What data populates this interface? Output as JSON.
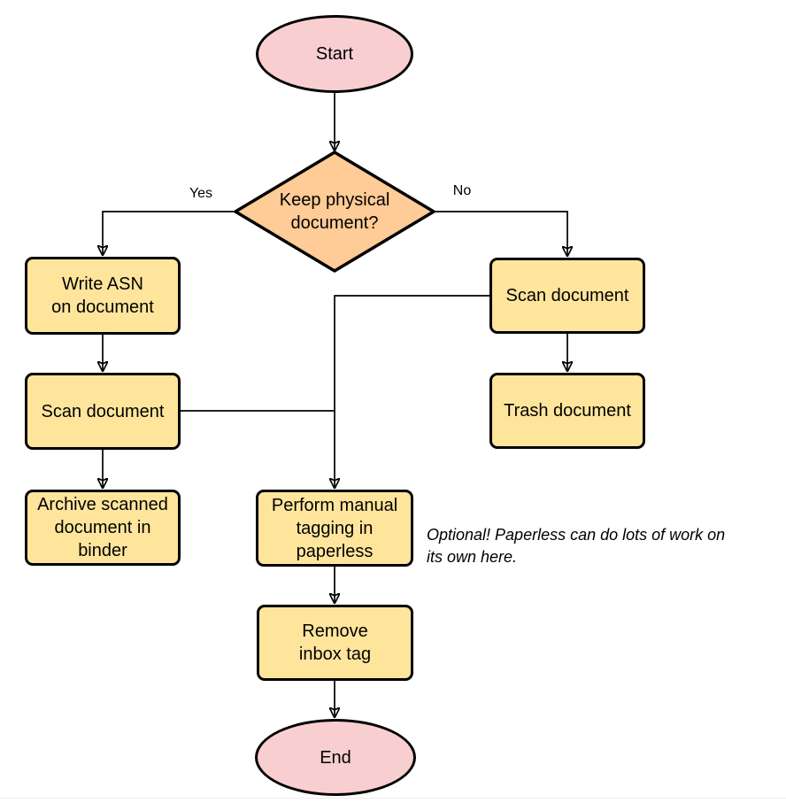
{
  "diagram": {
    "type": "flowchart",
    "nodes": {
      "start": {
        "shape": "ellipse",
        "label": "Start"
      },
      "decision": {
        "shape": "diamond",
        "label": "Keep physical\ndocument?"
      },
      "write_asn": {
        "shape": "rect",
        "label": "Write ASN\non document"
      },
      "scan_left": {
        "shape": "rect",
        "label": "Scan document"
      },
      "archive": {
        "shape": "rect",
        "label": "Archive scanned\ndocument in\nbinder"
      },
      "scan_right": {
        "shape": "rect",
        "label": "Scan document"
      },
      "trash": {
        "shape": "rect",
        "label": "Trash document"
      },
      "perform": {
        "shape": "rect",
        "label": "Perform manual\ntagging in\npaperless"
      },
      "remove": {
        "shape": "rect",
        "label": "Remove\ninbox tag"
      },
      "end": {
        "shape": "ellipse",
        "label": "End"
      }
    },
    "edges": [
      {
        "from": "start",
        "to": "decision",
        "label": ""
      },
      {
        "from": "decision",
        "to": "write_asn",
        "label": "Yes"
      },
      {
        "from": "decision",
        "to": "scan_right",
        "label": "No"
      },
      {
        "from": "write_asn",
        "to": "scan_left",
        "label": ""
      },
      {
        "from": "scan_left",
        "to": "archive",
        "label": ""
      },
      {
        "from": "scan_right",
        "to": "trash",
        "label": ""
      },
      {
        "from": "scan_right",
        "to": "perform",
        "label": ""
      },
      {
        "from": "scan_left",
        "to": "perform",
        "label": ""
      },
      {
        "from": "perform",
        "to": "remove",
        "label": ""
      },
      {
        "from": "remove",
        "to": "end",
        "label": ""
      }
    ],
    "annotation": {
      "text": "Optional! Paperless can do lots of work on\nits own here."
    },
    "colors": {
      "terminal_fill": "#F8CED1",
      "decision_fill": "#FFCB96",
      "process_fill": "#FFE59C",
      "stroke": "#000000"
    }
  }
}
